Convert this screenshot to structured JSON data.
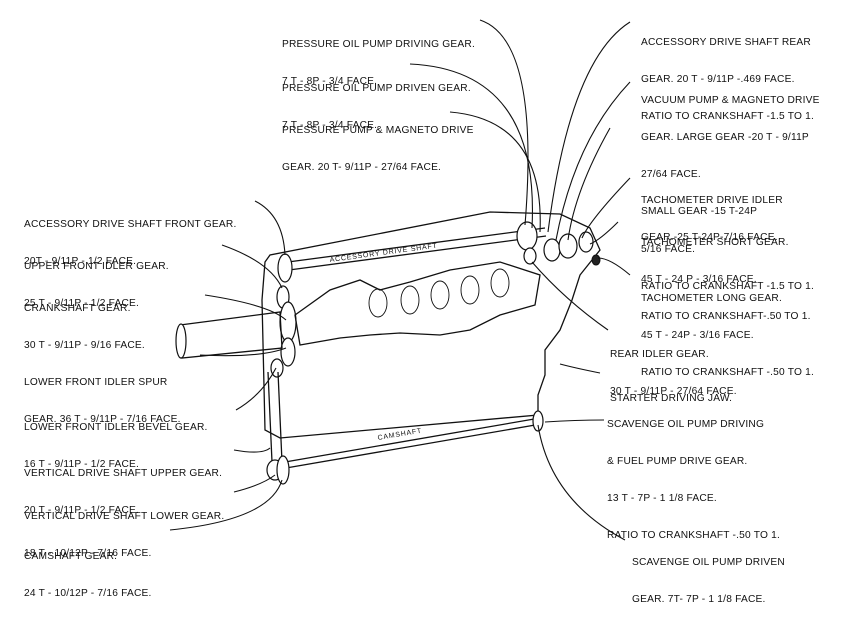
{
  "labels": {
    "pressure_oil_pump_driving": [
      "PRESSURE OIL PUMP DRIVING GEAR.",
      "7 T - 8P - 3/4 FACE."
    ],
    "pressure_oil_pump_driven": [
      "PRESSURE OIL PUMP DRIVEN GEAR.",
      "7 T - 8P - 3/4 FACE."
    ],
    "pressure_pump_magneto_drive": [
      "PRESSURE PUMP & MAGNETO DRIVE",
      "GEAR. 20 T- 9/11P - 27/64 FACE."
    ],
    "accessory_drive_rear": [
      "ACCESSORY DRIVE SHAFT REAR",
      "GEAR. 20 T - 9/11P -.469 FACE.",
      "RATIO TO CRANKSHAFT -1.5 TO 1."
    ],
    "vacuum_pump_magneto": [
      "VACUUM PUMP & MAGNETO DRIVE",
      "GEAR. LARGE GEAR -20 T - 9/11P",
      "27/64 FACE.",
      "SMALL GEAR -15 T-24P",
      "5/16 FACE.",
      "RATIO TO CRANKSHAFT -1.5 TO 1."
    ],
    "tachometer_idler": [
      "TACHOMETER DRIVE IDLER",
      "GEAR.-25 T-24P-7/16 FACE."
    ],
    "tachometer_short": [
      "TACHOMETER SHORT GEAR.",
      "45 T - 24 P - 3/16 FACE.",
      "RATIO TO CRANKSHAFT-.50 TO 1."
    ],
    "tachometer_long": [
      "TACHOMETER LONG GEAR.",
      "45 T - 24P - 3/16 FACE.",
      "RATIO TO CRANKSHAFT -.50 TO 1."
    ],
    "rear_idler": [
      "REAR IDLER GEAR.",
      "30 T - 9/11P - 27/64 FACE."
    ],
    "starter_jaw": [
      "STARTER DRIVING JAW."
    ],
    "scavenge_driving": [
      "SCAVENGE OIL PUMP DRIVING",
      "& FUEL PUMP DRIVE GEAR.",
      "13 T - 7P - 1 1/8 FACE.",
      "RATIO TO CRANKSHAFT -.50 TO 1."
    ],
    "scavenge_driven": [
      "SCAVENGE OIL PUMP DRIVEN",
      "GEAR. 7T- 7P - 1 1/8 FACE."
    ],
    "accessory_drive_front": [
      "ACCESSORY DRIVE SHAFT FRONT GEAR.",
      "20T - 9/11P - 1/2 FACE."
    ],
    "upper_front_idler": [
      "UPPER FRONT IDLER GEAR.",
      "25 T - 9/11P - 1/2 FACE."
    ],
    "crankshaft_gear": [
      "CRANKSHAFT GEAR.",
      "30 T - 9/11P - 9/16 FACE."
    ],
    "lower_front_idler_spur": [
      "LOWER FRONT IDLER SPUR",
      "GEAR. 36 T - 9/11P - 7/16 FACE."
    ],
    "lower_front_idler_bevel": [
      "LOWER FRONT IDLER BEVEL GEAR.",
      "16 T - 9/11P - 1/2 FACE."
    ],
    "vertical_upper": [
      "VERTICAL DRIVE SHAFT UPPER GEAR.",
      "20 T - 9/11P - 1/2 FACE."
    ],
    "vertical_lower": [
      "VERTICAL DRIVE SHAFT LOWER GEAR.",
      "18 T - 10/12P - 7/16 FACE."
    ],
    "camshaft_gear": [
      "CAMSHAFT GEAR.",
      "24 T - 10/12P - 7/16 FACE."
    ]
  },
  "drawing": {
    "accessory_shaft_tag": "ACCESSORY DRIVE SHAFT",
    "camshaft_tag": "CAMSHAFT"
  }
}
